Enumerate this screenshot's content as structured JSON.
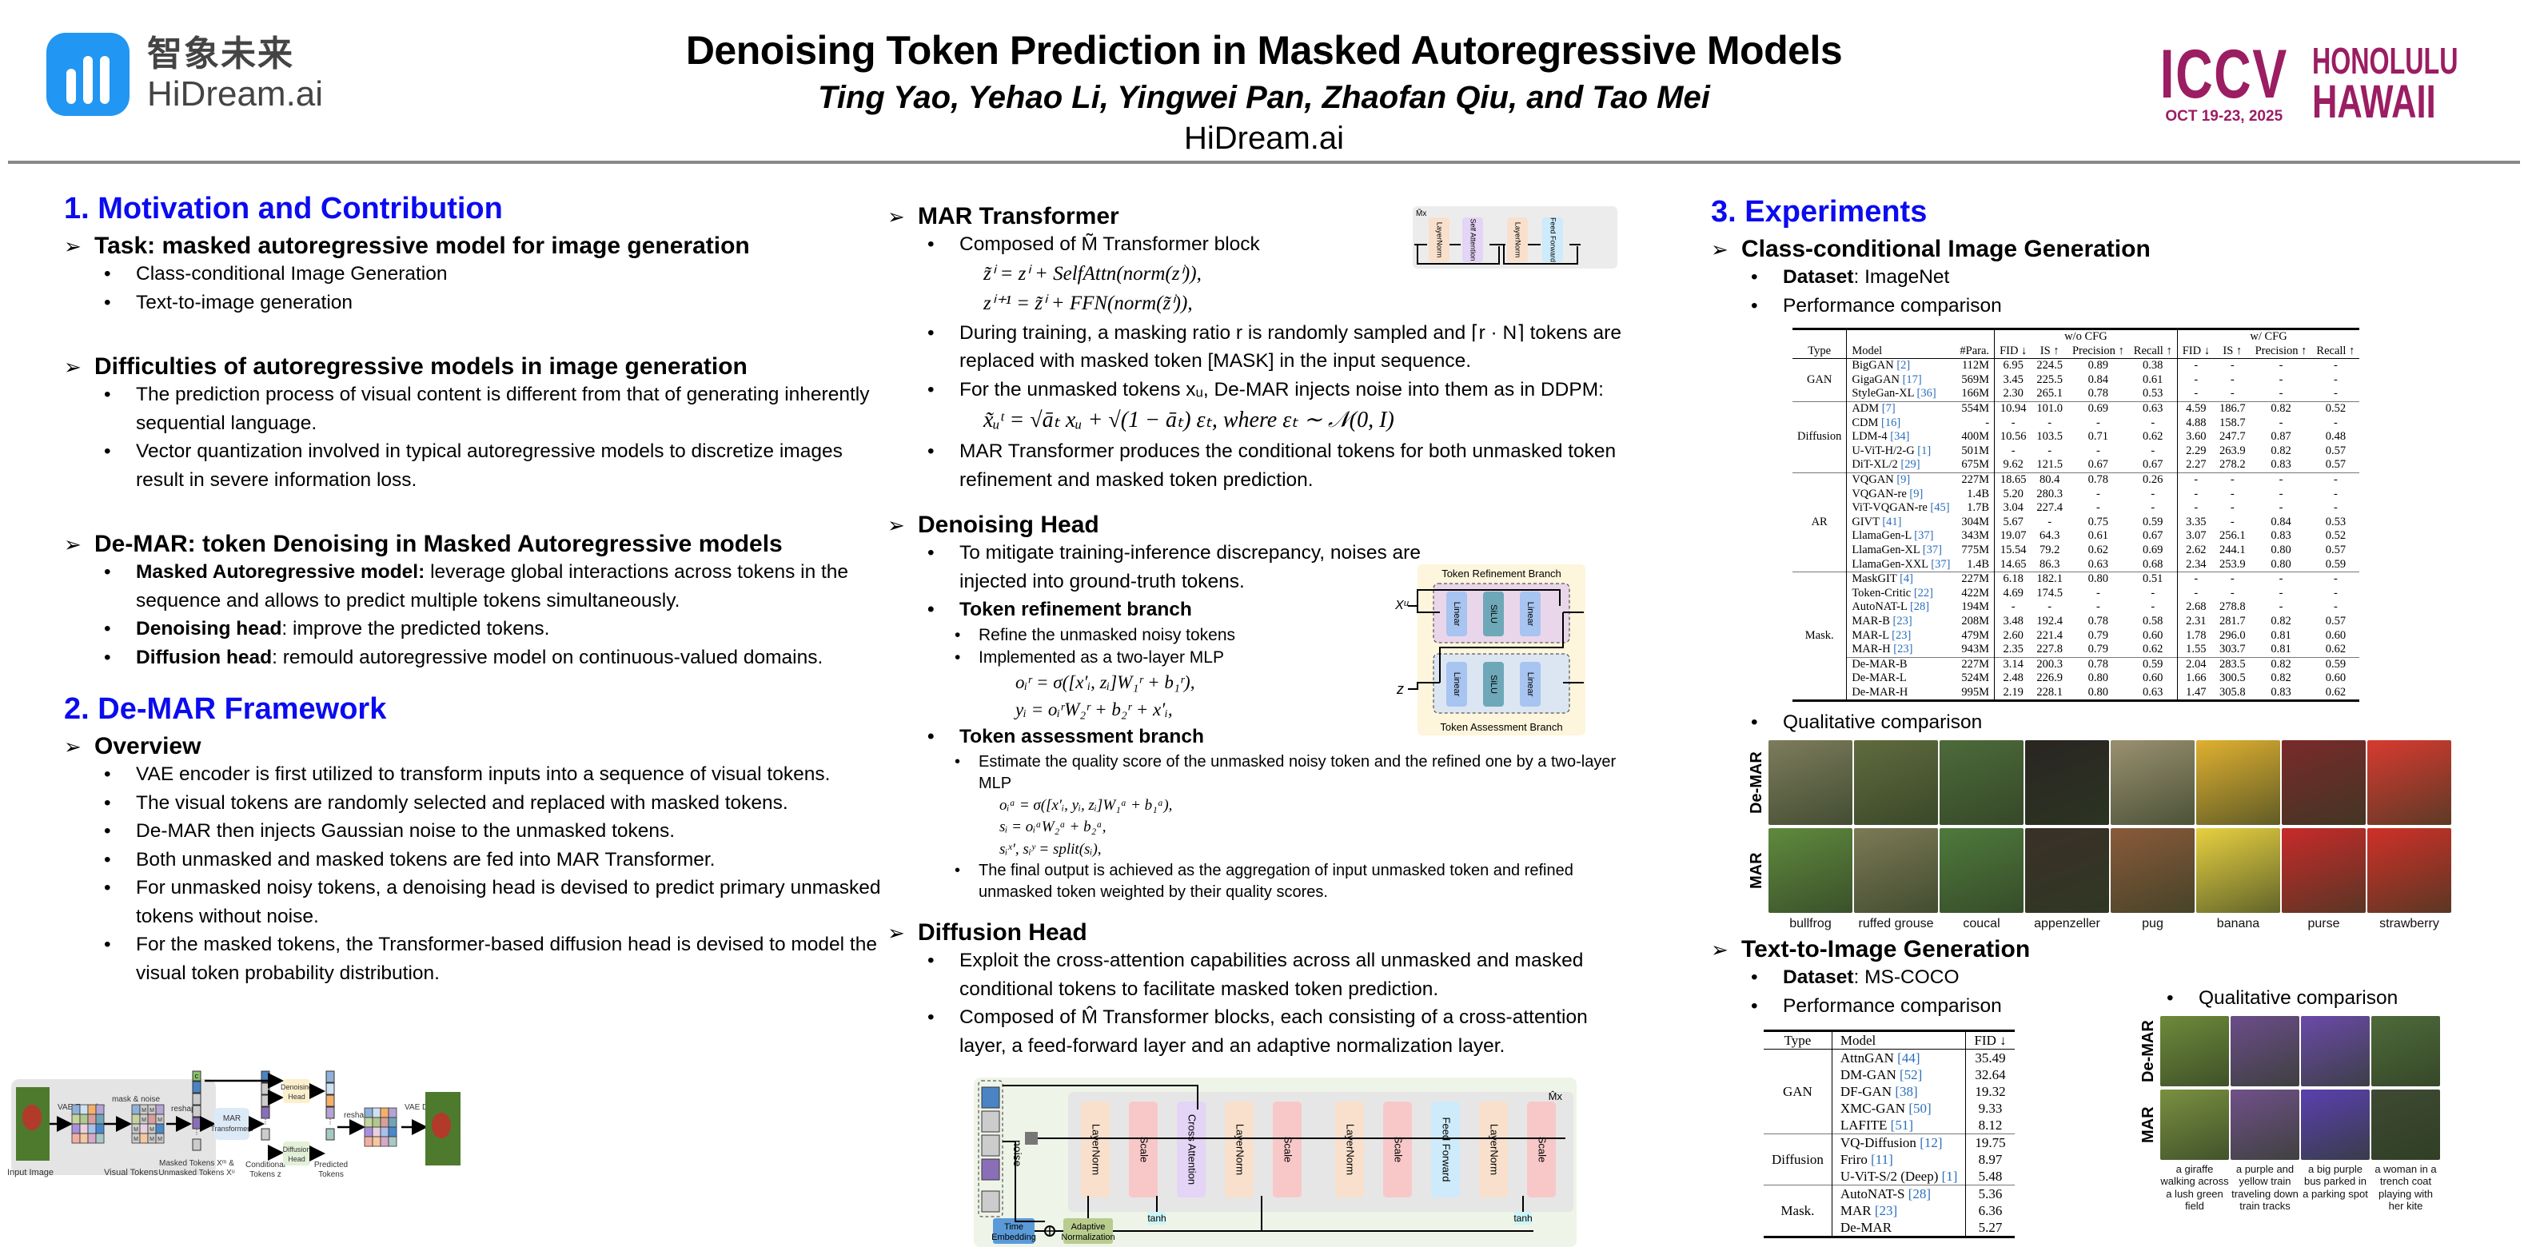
{
  "header": {
    "logo_cn": "智象未来",
    "logo_en": "HiDream.ai",
    "title": "Denoising Token Prediction in Masked Autoregressive Models",
    "authors": "Ting Yao, Yehao Li, Yingwei Pan, Zhaofan Qiu, and Tao Mei",
    "affiliation": "HiDream.ai",
    "conference": {
      "name": "ICCV",
      "dates": "OCT 19-23, 2025",
      "city": "HONOLULU",
      "state": "HAWAII",
      "color": "#9b1d62"
    }
  },
  "section1": {
    "title": "1. Motivation and Contribution",
    "task": {
      "heading": "Task: masked autoregressive model for image generation",
      "items": [
        "Class-conditional Image Generation",
        "Text-to-image generation"
      ]
    },
    "difficulties": {
      "heading": "Difficulties of autoregressive models in image generation",
      "items": [
        "The prediction process of visual content is different from that of generating inherently sequential language.",
        "Vector quantization involved in typical autoregressive models to discretize images result in severe information loss."
      ]
    },
    "demar": {
      "heading": "De-MAR: token Denoising in Masked Autoregressive models",
      "items": [
        {
          "bold": "Masked Autoregressive model:",
          "text": " leverage global interactions across tokens in the sequence and allows to predict multiple tokens simultaneously."
        },
        {
          "bold": "Denoising head",
          "text": ": improve the predicted tokens."
        },
        {
          "bold": "Diffusion head",
          "text": ": remould autoregressive model on continuous-valued domains."
        }
      ]
    }
  },
  "section2": {
    "title": "2. De-MAR Framework",
    "overview": {
      "heading": "Overview",
      "items": [
        "VAE encoder is first utilized to transform inputs into a sequence of visual tokens.",
        "The visual tokens are randomly selected and replaced with masked tokens.",
        "De-MAR then injects Gaussian noise to the unmasked tokens.",
        "Both unmasked and masked tokens are fed into MAR Transformer.",
        "For unmasked noisy tokens, a denoising head is devised to predict primary unmasked tokens without noise.",
        "For the masked tokens, the Transformer-based diffusion head is devised to model the visual token probability distribution."
      ]
    },
    "diagram": {
      "input_image": "Input Image",
      "vae_encoder": "VAE Encoder",
      "visual_tokens": "Visual Tokens",
      "mask_noise": "mask & noise",
      "reshape": "reshape",
      "mask_mark": "M",
      "cond_mark": "C",
      "mar_transformers": "MAR Transformers",
      "denoising_head": "Denoising Head",
      "diffusion_head": "Diffusion Head",
      "masked_tokens": "Masked Tokens X^m & Unmasked Tokens X^u",
      "conditional_tokens": "Conditional Tokens z",
      "predicted_tokens": "Predicted Tokens",
      "vae_decoder": "VAE Decoder"
    }
  },
  "mar_transformer": {
    "heading": "MAR Transformer",
    "item1": "Composed of M̃ Transformer block",
    "eq1": "z̃ⁱ = zⁱ + SelfAttn(norm(zⁱ)),",
    "eq2": "zⁱ⁺¹ = z̃ⁱ + FFN(norm(z̃ⁱ)),",
    "item2": "During training, a masking ratio r is randomly sampled and ⌈r · N⌉ tokens are replaced with masked token [MASK] in the input sequence.",
    "item3": "For the unmasked tokens xᵤ, De-MAR injects noise into them as in DDPM:",
    "eq3": "x̃ᵤᵗ = √āₜ xᵤ + √(1 − āₜ) εₜ, where εₜ ∼ 𝒩(0, I)",
    "item4": "MAR Transformer produces the conditional tokens for both unmasked token refinement and masked token prediction.",
    "diagram": {
      "repeat": "M̃x",
      "blocks": [
        "LayerNorm",
        "Self Attention",
        "LayerNorm",
        "Feed Forward"
      ]
    }
  },
  "denoising_head": {
    "heading": "Denoising Head",
    "item1": "To mitigate training-inference discrepancy, noises are injected into ground-truth tokens.",
    "refine": {
      "heading": "Token refinement branch",
      "items": [
        "Refine the unmasked noisy tokens",
        "Implemented as a two-layer MLP"
      ],
      "eq1": "oᵢʳ = σ([x′ᵢ, zᵢ]W₁ʳ + b₁ʳ),",
      "eq2": "yᵢ = oᵢʳW₂ʳ + b₂ʳ + x′ᵢ,"
    },
    "assess": {
      "heading": "Token assessment branch",
      "item1": "Estimate the quality score of the unmasked noisy token and the refined one by a two-layer MLP",
      "eq1": "oᵢᵃ = σ([x′ᵢ, yᵢ, zᵢ]W₁ᵃ + b₁ᵃ),",
      "eq2": "sᵢ = oᵢᵃW₂ᵃ + b₂ᵃ,",
      "eq3": "sᵢˣ′, sᵢʸ = split(sᵢ),",
      "item2": "The final output is achieved as the aggregation of input unmasked token and refined unmasked token weighted by their quality scores."
    },
    "diagram": {
      "refine_label": "Token Refinement Branch",
      "assess_label": "Token Assessment Branch",
      "input_x": "Xᵘ",
      "input_z": "z",
      "linear": "Linear",
      "silu": "SiLU"
    }
  },
  "diffusion_head": {
    "heading": "Diffusion Head",
    "item1": "Exploit the cross-attention capabilities across all unmasked and masked conditional tokens to facilitate masked token prediction.",
    "item2": "Composed of M̂ Transformer blocks, each consisting of a cross-attention layer, a feed-forward layer and an adaptive normalization layer.",
    "diagram": {
      "repeat": "M̂x",
      "noise": "noise",
      "blocks": [
        "LayerNorm",
        "Scale",
        "Cross Attention",
        "LayerNorm",
        "Scale",
        "LayerNorm",
        "Scale",
        "Feed Forward",
        "LayerNorm",
        "Scale"
      ],
      "time_embedding": "Time Embedding",
      "adaptive_norm": "Adaptive Normalization",
      "tanh": "tanh"
    }
  },
  "section3": {
    "title": "3. Experiments",
    "class_cond": {
      "heading": "Class-conditional Image Generation",
      "dataset_label": "Dataset",
      "dataset": ": ImageNet",
      "perf_label": "Performance comparison",
      "table": {
        "group_headers": [
          "w/o CFG",
          "w/ CFG"
        ],
        "columns": [
          "Type",
          "Model",
          "#Para.",
          "FID ↓",
          "IS ↑",
          "Precision ↑",
          "Recall ↑",
          "FID ↓",
          "IS ↑",
          "Precision ↑",
          "Recall ↑"
        ],
        "groups": [
          {
            "type": "GAN",
            "rows": [
              {
                "model": "BigGAN",
                "ref": "[2]",
                "vals": [
                  "112M",
                  "6.95",
                  "224.5",
                  "0.89",
                  "0.38",
                  "-",
                  "-",
                  "-",
                  "-"
                ]
              },
              {
                "model": "GigaGAN",
                "ref": "[17]",
                "vals": [
                  "569M",
                  "3.45",
                  "225.5",
                  "0.84",
                  "0.61",
                  "-",
                  "-",
                  "-",
                  "-"
                ]
              },
              {
                "model": "StyleGan-XL",
                "ref": "[36]",
                "vals": [
                  "166M",
                  "2.30",
                  "265.1",
                  "0.78",
                  "0.53",
                  "-",
                  "-",
                  "-",
                  "-"
                ]
              }
            ]
          },
          {
            "type": "Diffusion",
            "rows": [
              {
                "model": "ADM",
                "ref": "[7]",
                "vals": [
                  "554M",
                  "10.94",
                  "101.0",
                  "0.69",
                  "0.63",
                  "4.59",
                  "186.7",
                  "0.82",
                  "0.52"
                ]
              },
              {
                "model": "CDM",
                "ref": "[16]",
                "vals": [
                  "-",
                  "-",
                  "-",
                  "-",
                  "-",
                  "4.88",
                  "158.7",
                  "-",
                  "-"
                ]
              },
              {
                "model": "LDM-4",
                "ref": "[34]",
                "vals": [
                  "400M",
                  "10.56",
                  "103.5",
                  "0.71",
                  "0.62",
                  "3.60",
                  "247.7",
                  "0.87",
                  "0.48"
                ]
              },
              {
                "model": "U-ViT-H/2-G",
                "ref": "[1]",
                "vals": [
                  "501M",
                  "-",
                  "-",
                  "-",
                  "-",
                  "2.29",
                  "263.9",
                  "0.82",
                  "0.57"
                ]
              },
              {
                "model": "DiT-XL/2",
                "ref": "[29]",
                "vals": [
                  "675M",
                  "9.62",
                  "121.5",
                  "0.67",
                  "0.67",
                  "2.27",
                  "278.2",
                  "0.83",
                  "0.57"
                ]
              }
            ]
          },
          {
            "type": "AR",
            "rows": [
              {
                "model": "VQGAN",
                "ref": "[9]",
                "vals": [
                  "227M",
                  "18.65",
                  "80.4",
                  "0.78",
                  "0.26",
                  "-",
                  "-",
                  "-",
                  "-"
                ]
              },
              {
                "model": "VQGAN-re",
                "ref": "[9]",
                "vals": [
                  "1.4B",
                  "5.20",
                  "280.3",
                  "-",
                  "-",
                  "-",
                  "-",
                  "-",
                  "-"
                ]
              },
              {
                "model": "ViT-VQGAN-re",
                "ref": "[45]",
                "vals": [
                  "1.7B",
                  "3.04",
                  "227.4",
                  "-",
                  "-",
                  "-",
                  "-",
                  "-",
                  "-"
                ]
              },
              {
                "model": "GIVT",
                "ref": "[41]",
                "vals": [
                  "304M",
                  "5.67",
                  "-",
                  "0.75",
                  "0.59",
                  "3.35",
                  "-",
                  "0.84",
                  "0.53"
                ]
              },
              {
                "model": "LlamaGen-L",
                "ref": "[37]",
                "vals": [
                  "343M",
                  "19.07",
                  "64.3",
                  "0.61",
                  "0.67",
                  "3.07",
                  "256.1",
                  "0.83",
                  "0.52"
                ]
              },
              {
                "model": "LlamaGen-XL",
                "ref": "[37]",
                "vals": [
                  "775M",
                  "15.54",
                  "79.2",
                  "0.62",
                  "0.69",
                  "2.62",
                  "244.1",
                  "0.80",
                  "0.57"
                ]
              },
              {
                "model": "LlamaGen-XXL",
                "ref": "[37]",
                "vals": [
                  "1.4B",
                  "14.65",
                  "86.3",
                  "0.63",
                  "0.68",
                  "2.34",
                  "253.9",
                  "0.80",
                  "0.59"
                ]
              }
            ]
          },
          {
            "type": "Mask.",
            "rows": [
              {
                "model": "MaskGIT",
                "ref": "[4]",
                "vals": [
                  "227M",
                  "6.18",
                  "182.1",
                  "0.80",
                  "0.51",
                  "-",
                  "-",
                  "-",
                  "-"
                ]
              },
              {
                "model": "Token-Critic",
                "ref": "[22]",
                "vals": [
                  "422M",
                  "4.69",
                  "174.5",
                  "-",
                  "-",
                  "-",
                  "-",
                  "-",
                  "-"
                ]
              },
              {
                "model": "AutoNAT-L",
                "ref": "[28]",
                "vals": [
                  "194M",
                  "-",
                  "-",
                  "-",
                  "-",
                  "2.68",
                  "278.8",
                  "-",
                  "-"
                ]
              },
              {
                "model": "MAR-B",
                "ref": "[23]",
                "vals": [
                  "208M",
                  "3.48",
                  "192.4",
                  "0.78",
                  "0.58",
                  "2.31",
                  "281.7",
                  "0.82",
                  "0.57"
                ]
              },
              {
                "model": "MAR-L",
                "ref": "[23]",
                "vals": [
                  "479M",
                  "2.60",
                  "221.4",
                  "0.79",
                  "0.60",
                  "1.78",
                  "296.0",
                  "0.81",
                  "0.60"
                ]
              },
              {
                "model": "MAR-H",
                "ref": "[23]",
                "vals": [
                  "943M",
                  "2.35",
                  "227.8",
                  "0.79",
                  "0.62",
                  "1.55",
                  "303.7",
                  "0.81",
                  "0.62"
                ]
              },
              {
                "model": "De-MAR-B",
                "ref": "",
                "vals": [
                  "227M",
                  "3.14",
                  "200.3",
                  "0.78",
                  "0.59",
                  "2.04",
                  "283.5",
                  "0.82",
                  "0.59"
                ]
              },
              {
                "model": "De-MAR-L",
                "ref": "",
                "vals": [
                  "524M",
                  "2.48",
                  "226.9",
                  "0.80",
                  "0.60",
                  "1.66",
                  "300.5",
                  "0.82",
                  "0.60"
                ]
              },
              {
                "model": "De-MAR-H",
                "ref": "",
                "vals": [
                  "995M",
                  "2.19",
                  "228.1",
                  "0.80",
                  "0.63",
                  "1.47",
                  "305.8",
                  "0.83",
                  "0.62"
                ]
              }
            ]
          }
        ]
      },
      "qual_label": "Qualitative comparison",
      "qual_rows": [
        "De-MAR",
        "MAR"
      ],
      "qual_classes": [
        "bullfrog",
        "ruffed grouse",
        "coucal",
        "appenzeller",
        "pug",
        "banana",
        "purse",
        "strawberry"
      ],
      "qual_colors": {
        "De-MAR": [
          "#7d7c5c",
          "#5f6b3d",
          "#4d6b3a",
          "#2a2522",
          "#9a9070",
          "#e0b030",
          "#7a2a2a",
          "#d83a30"
        ],
        "MAR": [
          "#5f8a3e",
          "#7c7a55",
          "#4f7a3c",
          "#3a3028",
          "#8a5a3a",
          "#e8d040",
          "#c82a2a",
          "#d03028"
        ]
      }
    },
    "t2i": {
      "heading": "Text-to-Image Generation",
      "dataset_label": "Dataset",
      "dataset": ": MS-COCO",
      "perf_label": "Performance comparison",
      "table": {
        "columns": [
          "Type",
          "Model",
          "FID ↓"
        ],
        "groups": [
          {
            "type": "GAN",
            "rows": [
              {
                "model": "AttnGAN",
                "ref": "[44]",
                "fid": "35.49"
              },
              {
                "model": "DM-GAN",
                "ref": "[52]",
                "fid": "32.64"
              },
              {
                "model": "DF-GAN",
                "ref": "[38]",
                "fid": "19.32"
              },
              {
                "model": "XMC-GAN",
                "ref": "[50]",
                "fid": "9.33"
              },
              {
                "model": "LAFITE",
                "ref": "[51]",
                "fid": "8.12"
              }
            ]
          },
          {
            "type": "Diffusion",
            "rows": [
              {
                "model": "VQ-Diffusion",
                "ref": "[12]",
                "fid": "19.75"
              },
              {
                "model": "Friro",
                "ref": "[11]",
                "fid": "8.97"
              },
              {
                "model": "U-ViT-S/2 (Deep)",
                "ref": "[1]",
                "fid": "5.48"
              }
            ]
          },
          {
            "type": "Mask.",
            "rows": [
              {
                "model": "AutoNAT-S",
                "ref": "[28]",
                "fid": "5.36"
              },
              {
                "model": "MAR",
                "ref": "[23]",
                "fid": "6.36"
              },
              {
                "model": "De-MAR",
                "ref": "",
                "fid": "5.27"
              }
            ]
          }
        ]
      },
      "qual_label": "Qualitative comparison",
      "qual_rows": [
        "De-MAR",
        "MAR"
      ],
      "qual_prompts": [
        "a giraffe walking across a lush green field",
        "a purple and yellow train traveling down train tracks",
        "a big purple bus parked in a parking spot",
        "a woman in a trench coat playing with her kite"
      ],
      "qual_colors": {
        "De-MAR": [
          "#6e8a3a",
          "#6b4d8a",
          "#6a4aa8",
          "#4e6a3a"
        ],
        "MAR": [
          "#7a9040",
          "#70508a",
          "#5a40b0",
          "#3e4a32"
        ]
      }
    }
  }
}
